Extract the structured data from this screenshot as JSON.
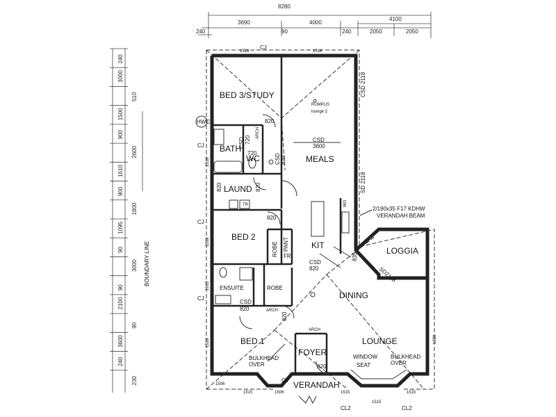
{
  "dimensions": {
    "top_overall": "8280",
    "top_segments": [
      "240",
      "3690",
      "90",
      "4000",
      "240",
      "2050",
      "2050"
    ],
    "top_right_group": "4100",
    "left_segments": [
      "240",
      "3000",
      "510",
      "1500",
      "900",
      "2600",
      "1610",
      "900",
      "1800",
      "1095",
      "90",
      "3000",
      "90",
      "2100",
      "90",
      "3600",
      "240",
      "230"
    ],
    "side_labels": [
      "1518",
      "1518",
      "1518",
      "1518",
      "1528",
      "1915"
    ],
    "bottom_labels": [
      "1506",
      "1515",
      "1506",
      "1515",
      "1515",
      "1515"
    ],
    "right_label": "1380"
  },
  "rooms": {
    "bed3": "BED 3/STUDY",
    "rumpus": "RUMPUS",
    "lounge2": "lounge 2",
    "bath": "BATH",
    "wc": "WC",
    "meals": "MEALS",
    "laund": "LAUND",
    "bed2": "BED 2",
    "kit": "KIT",
    "loggia": "LOGGIA",
    "ensuite": "ENSUITE",
    "robe1": "ROBE",
    "robe2": "ROBE",
    "pant": "PANT",
    "fr": "FR",
    "wo": "WO",
    "dining": "DINING",
    "bed1": "BED 1",
    "foyer": "FOYER",
    "lounge": "LOUNGE",
    "verandah": "VERANDAH"
  },
  "annotations": {
    "cj": "CJ",
    "cl2": "CL2",
    "csd": "CSD",
    "arch": "ARCH",
    "hwc": "HWC",
    "door_820": "820",
    "door_720": "720",
    "csd_3600": "3600",
    "boundary_line": "BOUNDARY LINE",
    "beam_1": "2/190x35 F17 KDHW",
    "beam_2": "VERANDAH BEAM",
    "bulkhead_1": "BULKHEAD",
    "bulkhead_2": "OVER",
    "window_1": "WINDOW",
    "window_2": "SEAT",
    "sd_right": "SD 2118",
    "sd_loggia": "SD2118",
    "csd_right": "CSD 2118",
    "sd_835": "835",
    "tr": "TR"
  }
}
